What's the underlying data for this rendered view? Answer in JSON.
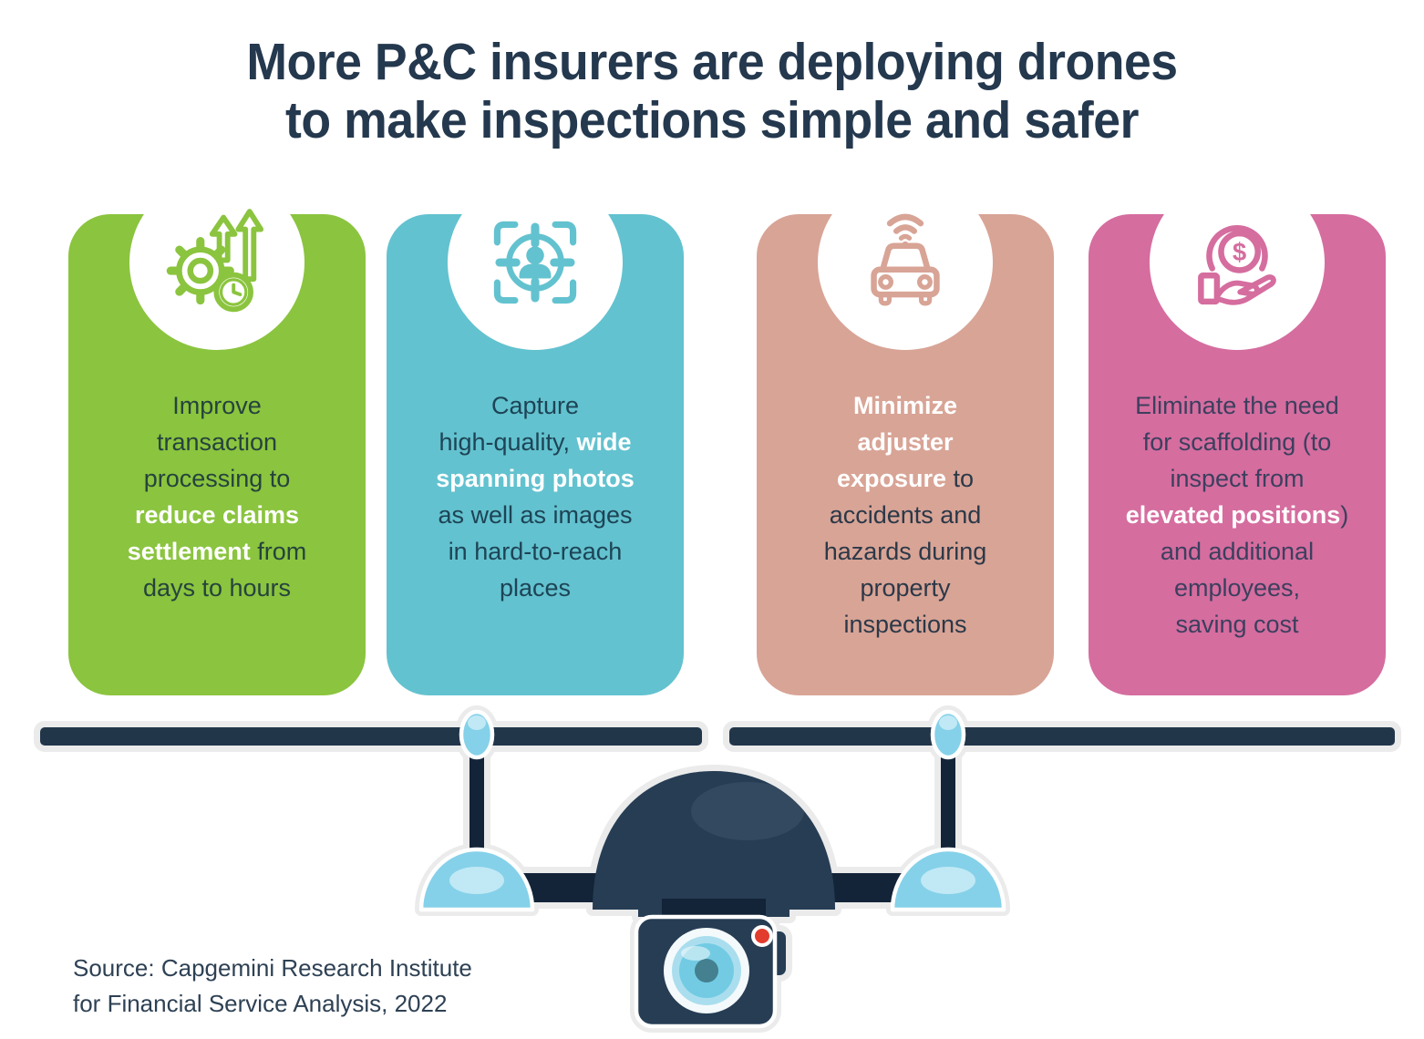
{
  "title": {
    "line1": "More P&C insurers are deploying drones",
    "line2": "to make inspections simple and safer"
  },
  "cards": [
    {
      "id": "improve-transaction-processing",
      "icon": "gear-growth-clock-icon",
      "lines": [
        [
          {
            "t": "Improve"
          }
        ],
        [
          {
            "t": "transaction"
          }
        ],
        [
          {
            "t": "processing to"
          }
        ],
        [
          {
            "t": "reduce claims",
            "em": true
          }
        ],
        [
          {
            "t": "settlement",
            "em": true
          },
          {
            "t": " from"
          }
        ],
        [
          {
            "t": "days to hours"
          }
        ]
      ]
    },
    {
      "id": "capture-wide-spanning-photos",
      "icon": "person-focus-target-icon",
      "lines": [
        [
          {
            "t": "Capture"
          }
        ],
        [
          {
            "t": "high-quality, "
          },
          {
            "t": "wide",
            "em": true
          }
        ],
        [
          {
            "t": "spanning photos",
            "em": true
          }
        ],
        [
          {
            "t": "as well as images"
          }
        ],
        [
          {
            "t": "in hard-to-reach"
          }
        ],
        [
          {
            "t": "places"
          }
        ]
      ]
    },
    {
      "id": "minimize-adjuster-exposure",
      "icon": "connected-car-wifi-icon",
      "lines": [
        [
          {
            "t": "Minimize",
            "em": true
          }
        ],
        [
          {
            "t": "adjuster",
            "em": true
          }
        ],
        [
          {
            "t": "exposure",
            "em": true
          },
          {
            "t": " to"
          }
        ],
        [
          {
            "t": "accidents and"
          }
        ],
        [
          {
            "t": "hazards during"
          }
        ],
        [
          {
            "t": "property"
          }
        ],
        [
          {
            "t": "inspections"
          }
        ]
      ]
    },
    {
      "id": "eliminate-scaffolding-cost",
      "icon": "hand-coin-savings-icon",
      "lines": [
        [
          {
            "t": "Eliminate the need"
          }
        ],
        [
          {
            "t": "for scaffolding (to"
          }
        ],
        [
          {
            "t": "inspect from"
          }
        ],
        [
          {
            "t": "elevated positions",
            "em": true
          },
          {
            "t": ")"
          }
        ],
        [
          {
            "t": "and additional"
          }
        ],
        [
          {
            "t": "employees,"
          }
        ],
        [
          {
            "t": "saving cost"
          }
        ]
      ]
    }
  ],
  "source": {
    "line1": "Source: Capgemini Research Institute",
    "line2": "for Financial Service Analysis, 2022"
  },
  "theme": {
    "background": "#ffffff",
    "title_color": "#24384e",
    "source_color": "#2e4154",
    "em_color": "#ffffff",
    "card1": "#8bc43f",
    "card1_ink": "#25433d",
    "card2": "#63c2cf",
    "card2_ink": "#1d4456",
    "card3": "#d8a496",
    "card3_ink": "#2b3848",
    "card4": "#d56d9f",
    "card4_ink": "#3c3f5e",
    "bar_color": "#22364a",
    "outline_gray": "#ebebeb",
    "drone_dark": "#132438",
    "drone_body": "#263d54",
    "drone_body_highlight": "#33495f",
    "drone_blue": "#85d1e9",
    "drone_blue_light": "#c0e9f5",
    "lens_ring": "#aadeee",
    "lens_blue": "#72cbe3",
    "lens_core": "#44808f",
    "record_red": "#e23c2e"
  }
}
